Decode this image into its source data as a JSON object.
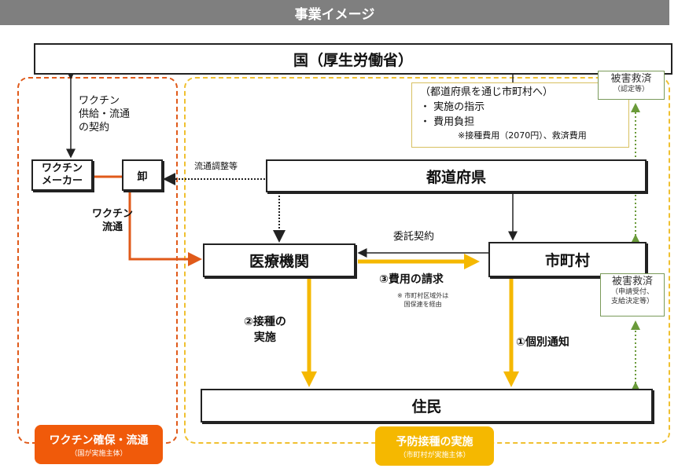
{
  "title": "事業イメージ",
  "nodes": {
    "national": "国（厚生労働省）",
    "maker": "ワクチン\nメーカー",
    "maker_l1": "ワクチン",
    "maker_l2": "メーカー",
    "wholesaler": "卸",
    "prefecture": "都道府県",
    "medical": "医療機関",
    "municipality": "市町村",
    "residents": "住民"
  },
  "labels": {
    "contract_l1": "ワクチン",
    "contract_l2": "供給・流通",
    "contract_l3": "の契約",
    "distribution_adjust": "流通調整等",
    "vaccine_flow_l1": "ワクチン",
    "vaccine_flow_l2": "流通",
    "consign": "委託契約",
    "billing": "③費用の請求",
    "billing_note_l1": "※ 市町村区域外は",
    "billing_note_l2": "国保連を経由",
    "vaccination_l1": "②接種の",
    "vaccination_l2": "実施",
    "notice": "①個別通知"
  },
  "instruction": {
    "l1": "（都道府県を通じ市町村へ）",
    "l2": "・ 実施の指示",
    "l3": "・ 費用負担",
    "l4": "※接種費用（2070円）、救済費用"
  },
  "relief_top": {
    "title": "被害救済",
    "sub": "（認定等）"
  },
  "relief_bottom": {
    "title": "被害救済",
    "sub1": "（申請受付、",
    "sub2": "支給決定等）"
  },
  "sections": {
    "left": {
      "title": "ワクチン確保・流通",
      "sub": "（国が実施主体）",
      "color": "#f05a0a"
    },
    "right": {
      "title": "予防接種の実施",
      "sub": "（市町村が実施主体）",
      "color": "#f5b800"
    }
  }
}
